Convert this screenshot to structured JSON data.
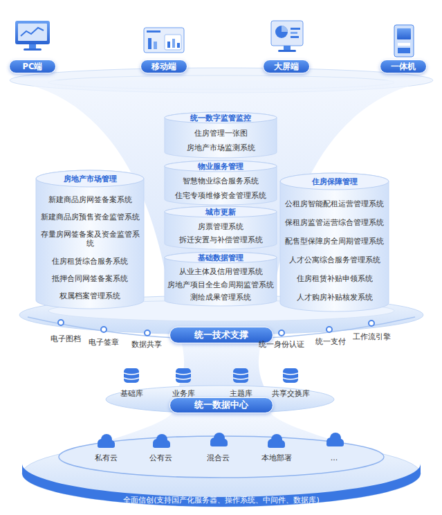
{
  "diagram": {
    "nodes": [
      {
        "text": [
          "PC端"
        ]
      },
      {
        "text": [
          "移动端"
        ]
      },
      {
        "text": [
          "大屏端"
        ]
      },
      {
        "text": [
          "一体机"
        ]
      },
      {
        "text": [
          "统一数字监管监控",
          "住房管理一张图",
          "房地产市场监测系统"
        ]
      },
      {
        "text": [
          "物业服务管理",
          "智慧物业综合服务系统",
          "住宅专项维修资金管理系统"
        ]
      },
      {
        "text": [
          "城市更新",
          "房票管理系统",
          "拆迁安置与补偿管理系统"
        ]
      },
      {
        "text": [
          "基础数据管理",
          "从业主体及信用管理系统",
          "房地产项目全生命周期监管系统",
          "测绘成果管理系统"
        ]
      },
      {
        "text": [
          "房地产市场管理",
          "新建商品房网签备案系统",
          "新建商品房预售资金监管系统",
          "存量房网签备案及资金监管系统",
          "住房租赁综合服务系统",
          "抵押合同网签备案系统",
          "权属档案管理系统"
        ]
      },
      {
        "text": [
          "住房保障管理",
          "公租房智能配租运营管理系统",
          "保租房监管运营综合管理系统",
          "配售型保障房全周期管理系统",
          "人才公寓综合服务管理系统",
          "住房租赁补贴申领系统",
          "人才购房补贴核发系统"
        ]
      },
      {
        "text": [
          "统一技术支撑"
        ]
      },
      {
        "text": [
          "统一数据中心"
        ]
      },
      {
        "text": [
          "全面信创(支持国产化服务器、操作系统、中间件、数据库)"
        ]
      }
    ],
    "labels": [
      "电子图档",
      "电子签章",
      "数据共享",
      "统一身份认证",
      "统一支付",
      "工作流引擎",
      "基础库",
      "业务库",
      "主题库",
      "共享交换库",
      "私有云",
      "公有云",
      "混合云",
      "本地部署",
      "..."
    ]
  }
}
